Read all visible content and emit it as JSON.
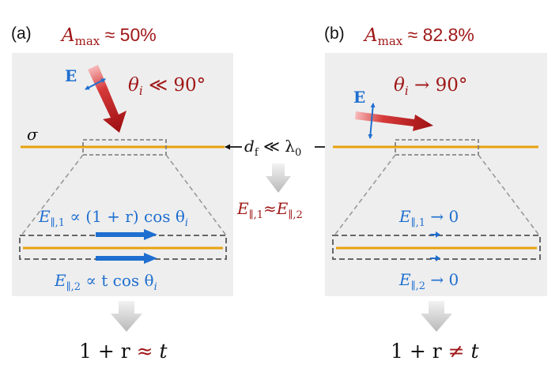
{
  "panel_a": {
    "label": "(a)",
    "amax_text": "A",
    "amax_sub": "max",
    "amax_value": " ≈ 50%",
    "field_label": "E",
    "theta_main": "θ",
    "theta_sub": "i",
    "theta_cond": " ≪ 90°",
    "sigma": "σ",
    "e1_main": "E",
    "e1_sub": "∥,1",
    "e1_rest": " ∝ (1 + r) cos θ",
    "e1_sub2": "i",
    "e2_main": "E",
    "e2_sub": "∥,2",
    "e2_rest": " ∝ t cos θ",
    "e2_sub2": "i",
    "result_lhs": "1 + r ",
    "result_op": "≈",
    "result_rhs": " t"
  },
  "panel_b": {
    "label": "(b)",
    "amax_text": "A",
    "amax_sub": "max",
    "amax_value": " ≈ 82.8%",
    "field_label": "E",
    "theta_main": "θ",
    "theta_sub": "i",
    "theta_cond": " → 90°",
    "e1_main": "E",
    "e1_sub": "∥,1",
    "e1_rest": " → 0",
    "e2_main": "E",
    "e2_sub": "∥,2",
    "e2_rest": " → 0",
    "result_lhs": "1 + r ",
    "result_op": "≠",
    "result_rhs": " t"
  },
  "middle": {
    "df_main": "d",
    "df_sub": "f",
    "df_rest": " ≪ λ",
    "df_sub2": "0",
    "eq_e1": "E",
    "eq_sub1": "∥,1",
    "eq_op": "≈",
    "eq_e2": "E",
    "eq_sub2": "∥,2"
  },
  "colors": {
    "red": "#a01818",
    "blue": "#1f6fd0",
    "gold": "#e8a10e",
    "panel_bg": "#eeeeee",
    "gray": "#777777"
  }
}
